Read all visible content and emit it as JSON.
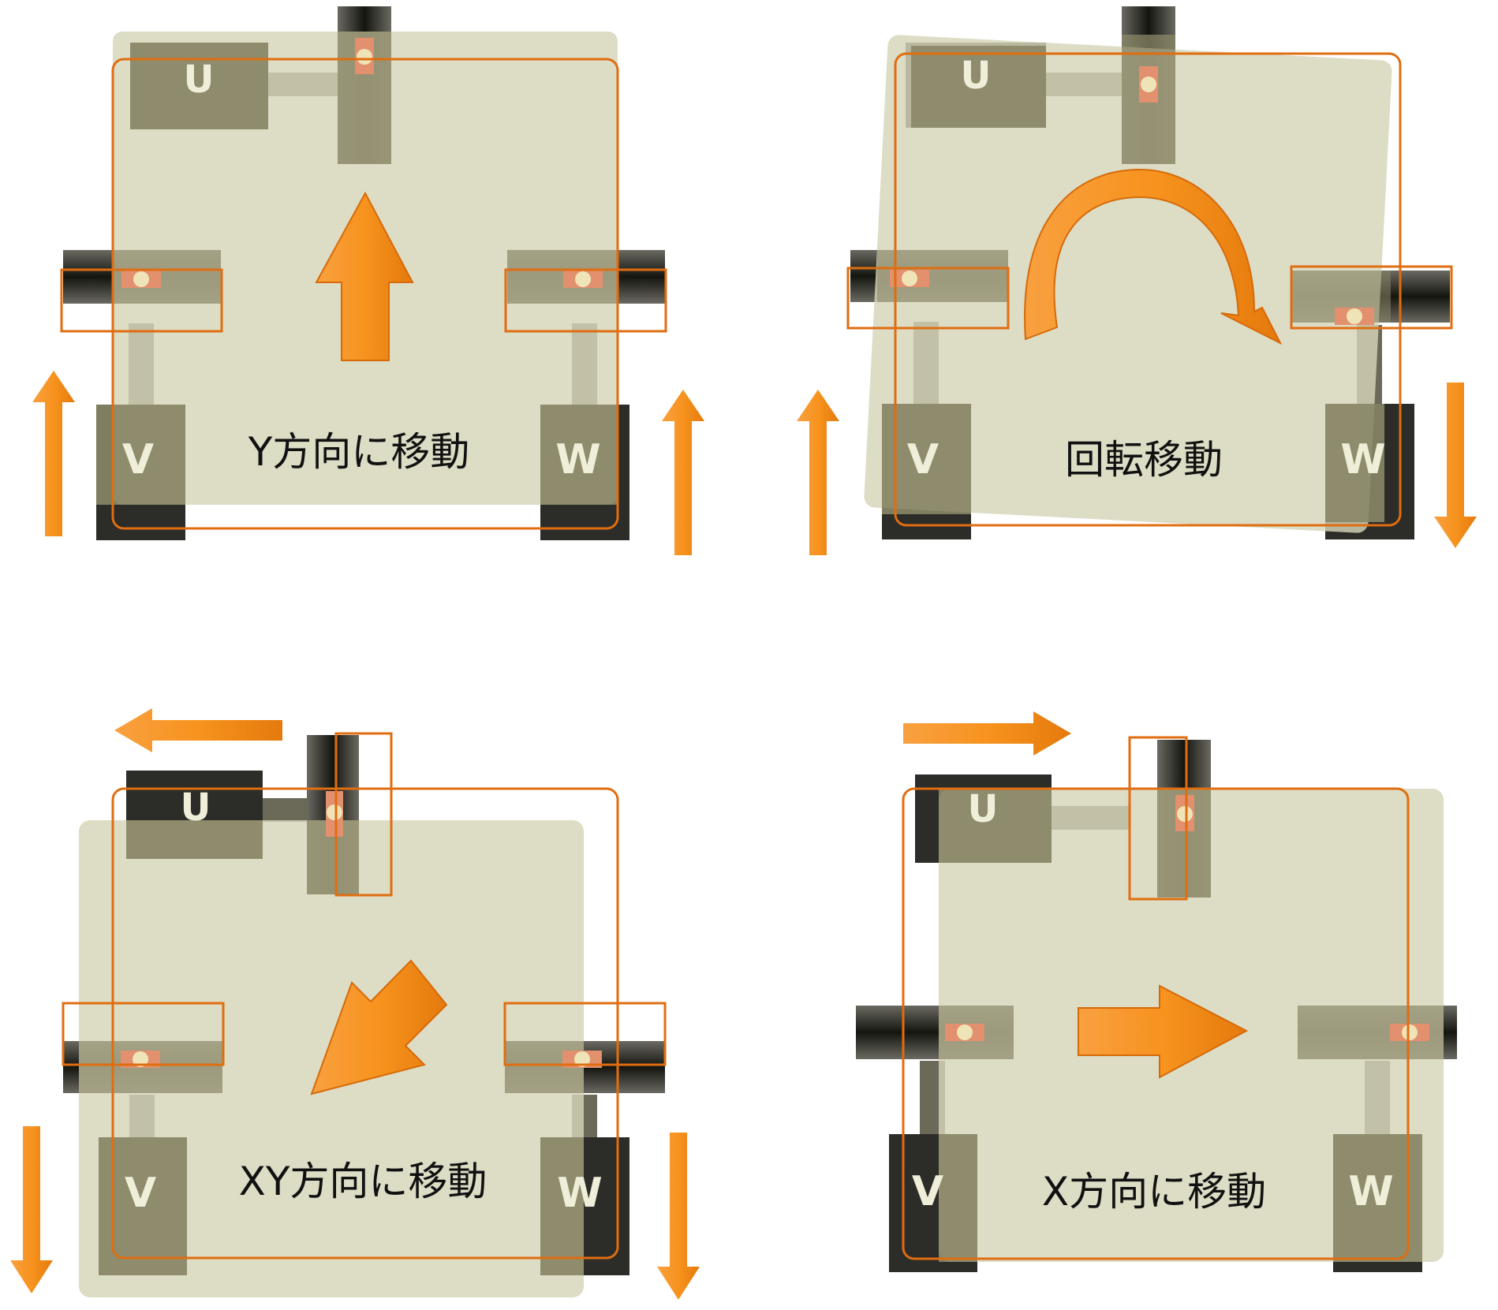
{
  "panels": [
    {
      "id": "y-move",
      "caption": "Y方向に移動",
      "labels": {
        "u": "U",
        "v": "V",
        "w": "W"
      }
    },
    {
      "id": "rotate",
      "caption": "回転移動",
      "labels": {
        "u": "U",
        "v": "V",
        "w": "W"
      }
    },
    {
      "id": "xy-move",
      "caption": "XY方向に移動",
      "labels": {
        "u": "U",
        "v": "V",
        "w": "W"
      }
    },
    {
      "id": "x-move",
      "caption": "X方向に移動",
      "labels": {
        "u": "U",
        "v": "V",
        "w": "W"
      }
    }
  ],
  "colors": {
    "orange": "#f7931e",
    "orange_outline": "#e06d10",
    "stage_fill": "#d6d4b8",
    "block_dark": "#2f2f2f",
    "block_olive": "#8a8766",
    "rail_dark": "#1c1c16",
    "pin": "#efe4b8",
    "slider": "#e2906e"
  }
}
